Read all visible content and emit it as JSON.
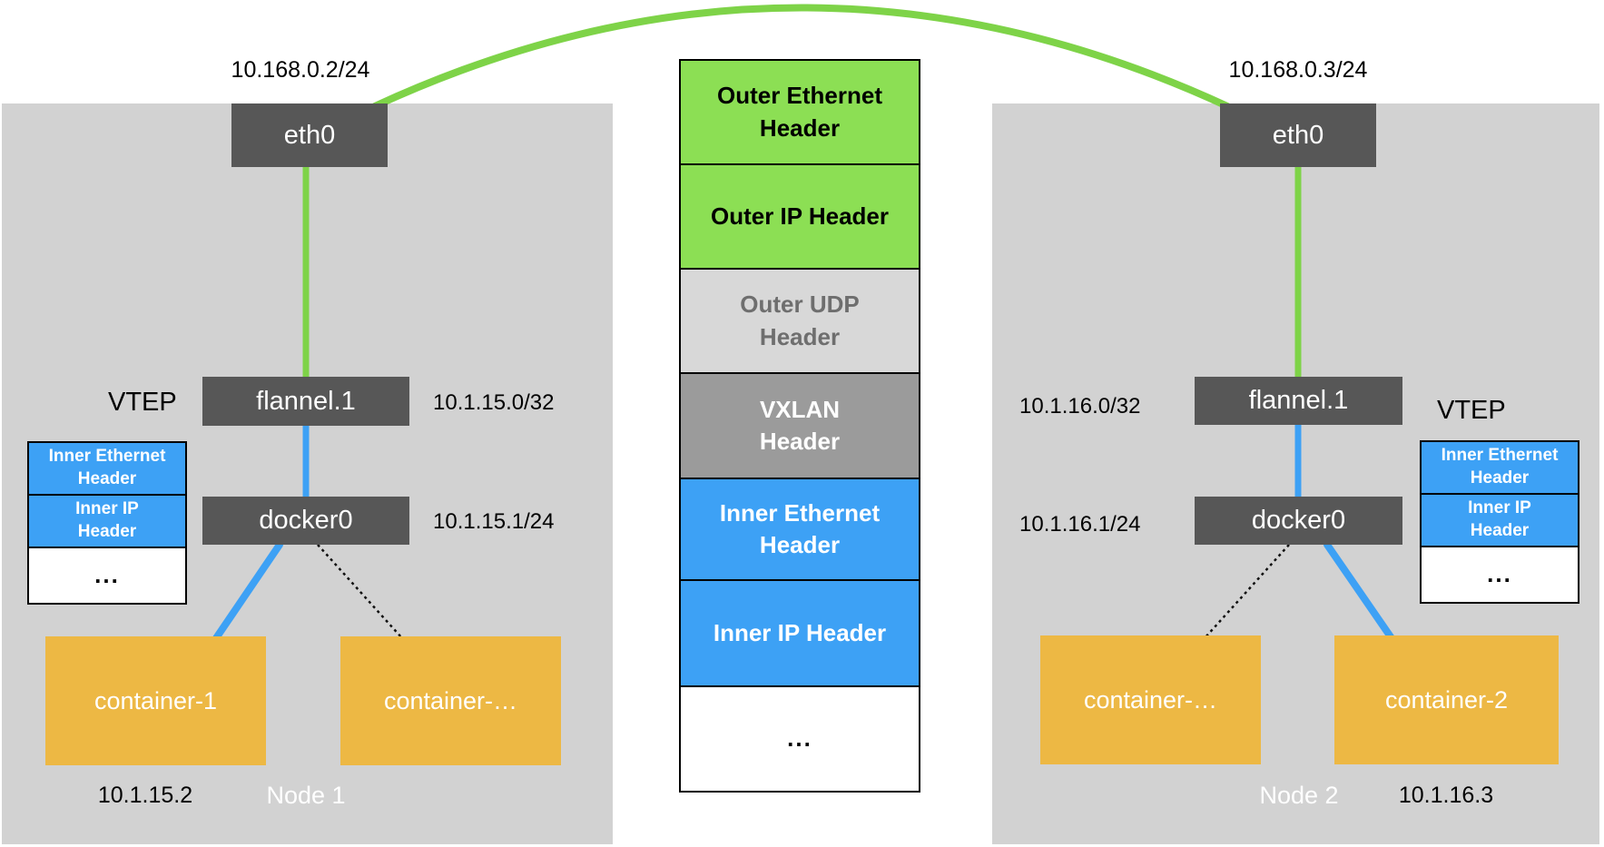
{
  "colors": {
    "node_bg": "#d2d2d2",
    "interface_box": "#575757",
    "outer_header_green": "#8cdf54",
    "udp_header_gray": "#d8d8d8",
    "udp_text_gray": "#6e6e6e",
    "vxlan_gray": "#9b9b9b",
    "inner_header_blue": "#3da1f5",
    "container_orange": "#edb844",
    "green_link": "#7ed348",
    "blue_link": "#3da1f5"
  },
  "node1": {
    "label": "Node 1",
    "eth_ip": "10.168.0.2/24",
    "eth_label": "eth0",
    "vtep_label": "VTEP",
    "flannel_label": "flannel.1",
    "flannel_ip": "10.1.15.0/32",
    "docker_label": "docker0",
    "docker_ip": "10.1.15.1/24",
    "inner_packet": {
      "rows": [
        "Inner Ethernet\nHeader",
        "Inner IP\nHeader",
        "..."
      ]
    },
    "containers": [
      {
        "label": "container-1",
        "ip": "10.1.15.2"
      },
      {
        "label": "container-…"
      }
    ]
  },
  "node2": {
    "label": "Node 2",
    "eth_ip": "10.168.0.3/24",
    "eth_label": "eth0",
    "vtep_label": "VTEP",
    "flannel_label": "flannel.1",
    "flannel_ip": "10.1.16.0/32",
    "docker_label": "docker0",
    "docker_ip": "10.1.16.1/24",
    "inner_packet": {
      "rows": [
        "Inner Ethernet\nHeader",
        "Inner IP\nHeader",
        "..."
      ]
    },
    "containers": [
      {
        "label": "container-…"
      },
      {
        "label": "container-2",
        "ip": "10.1.16.3"
      }
    ]
  },
  "packet_stack": {
    "rows": [
      {
        "label": "Outer Ethernet\nHeader",
        "type": "outer"
      },
      {
        "label": "Outer IP Header",
        "type": "outer"
      },
      {
        "label": "Outer UDP\nHeader",
        "type": "udp"
      },
      {
        "label": "VXLAN\nHeader",
        "type": "vxlan"
      },
      {
        "label": "Inner Ethernet\nHeader",
        "type": "inner"
      },
      {
        "label": "Inner IP Header",
        "type": "inner"
      },
      {
        "label": "...",
        "type": "payload"
      }
    ]
  }
}
